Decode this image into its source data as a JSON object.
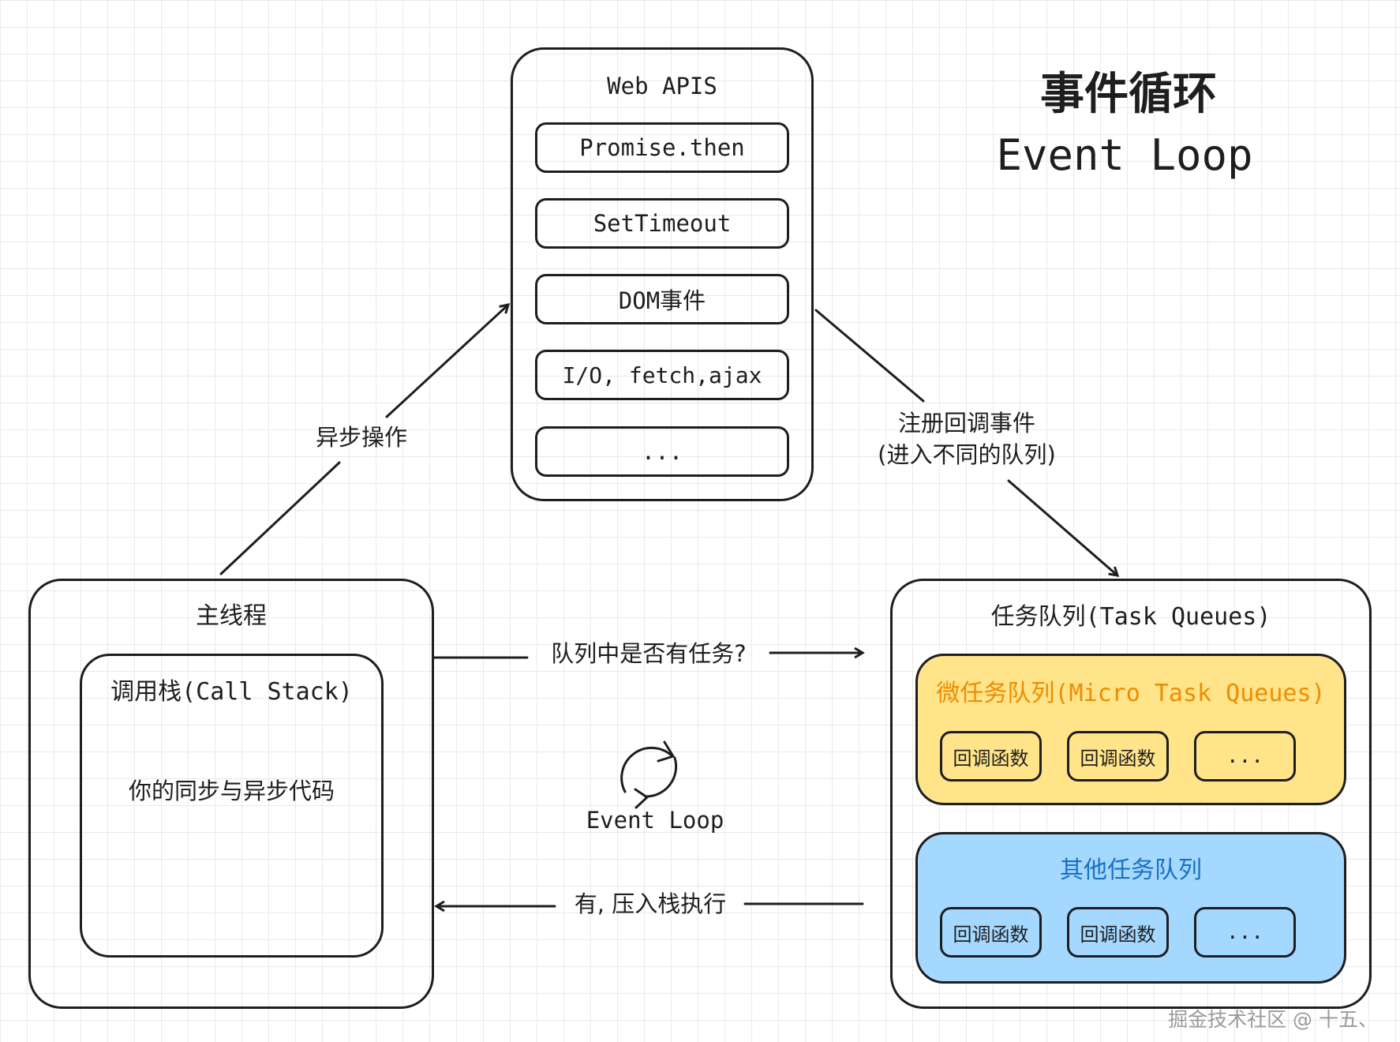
{
  "title": {
    "zh": "事件循环",
    "en": "Event Loop"
  },
  "web_apis": {
    "title": "Web APIS",
    "items": [
      "Promise.then",
      "SetTimeout",
      "DOM事件",
      "I/O, fetch,ajax",
      "..."
    ]
  },
  "main_thread": {
    "title": "主线程",
    "call_stack_title": "调用栈(Call Stack)",
    "call_stack_content": "你的同步与异步代码"
  },
  "task_queues": {
    "title": "任务队列(Task Queues)",
    "micro": {
      "title": "微任务队列(Micro Task Queues)",
      "items": [
        "回调函数",
        "回调函数",
        "..."
      ]
    },
    "other": {
      "title": "其他任务队列",
      "items": [
        "回调函数",
        "回调函数",
        "..."
      ]
    }
  },
  "arrows": {
    "async_op": "异步操作",
    "register_line1": "注册回调事件",
    "register_line2": "(进入不同的队列)",
    "queue_check": "队列中是否有任务?",
    "push_stack": "有, 压入栈执行"
  },
  "loop_label": "Event Loop",
  "watermark": "掘金技术社区 @ 十五、",
  "colors": {
    "stroke": "#1e1e1e",
    "micro_fill": "#ffe48a",
    "micro_text": "#f08c00",
    "other_fill": "#a5d8ff",
    "other_text": "#1971c2"
  }
}
